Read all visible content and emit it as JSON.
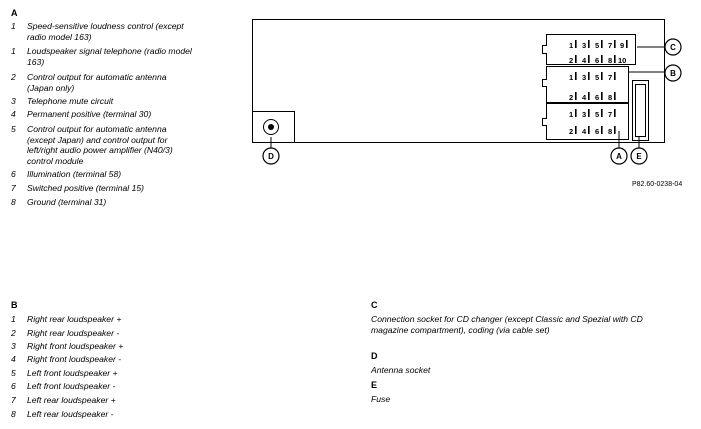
{
  "section_a": {
    "heading": "A",
    "items": [
      {
        "num": "1",
        "text": "Speed-sensitive loudness control (except radio model 163)"
      },
      {
        "num": "1",
        "text": "Loudspeaker signal telephone (radio model 163)"
      },
      {
        "num": "2",
        "text": "Control output for automatic antenna (Japan only)"
      },
      {
        "num": "3",
        "text": "Telephone mute circuit"
      },
      {
        "num": "4",
        "text": "Permanent positive (terminal 30)"
      },
      {
        "num": "5",
        "text": "Control output for automatic antenna (except Japan) and control output for left/right audio power amplifier (N40/3) control module"
      },
      {
        "num": "6",
        "text": "Illumination (terminal 58)"
      },
      {
        "num": "7",
        "text": "Switched positive (terminal 15)"
      },
      {
        "num": "8",
        "text": "Ground (terminal 31)"
      }
    ]
  },
  "section_b": {
    "heading": "B",
    "items": [
      {
        "num": "1",
        "text": "Right rear loudspeaker +"
      },
      {
        "num": "2",
        "text": "Right rear loudspeaker -"
      },
      {
        "num": "3",
        "text": "Right front loudspeaker +"
      },
      {
        "num": "4",
        "text": "Right front loudspeaker -"
      },
      {
        "num": "5",
        "text": "Left front loudspeaker +"
      },
      {
        "num": "6",
        "text": "Left front loudspeaker -"
      },
      {
        "num": "7",
        "text": "Left rear loudspeaker +"
      },
      {
        "num": "8",
        "text": "Left rear loudspeaker -"
      }
    ]
  },
  "section_c": {
    "heading": "C",
    "text": "Connection socket for CD changer (except Classic and Spezial with CD magazine compartment), coding (via cable set)"
  },
  "section_d": {
    "heading": "D",
    "text": "Antenna socket"
  },
  "section_e": {
    "heading": "E",
    "text": "Fuse"
  },
  "figure_ref": "P82.60-0238-04",
  "callouts": {
    "a": "A",
    "b": "B",
    "c": "C",
    "d": "D",
    "e": "E"
  },
  "connector_c": {
    "top_row": [
      "1",
      "3",
      "5",
      "7",
      "9"
    ],
    "bottom_row": [
      "2",
      "4",
      "6",
      "8",
      "10"
    ]
  },
  "connector_b": {
    "top_row": [
      "1",
      "3",
      "5",
      "7"
    ],
    "bottom_row": [
      "2",
      "4",
      "6",
      "8"
    ]
  },
  "connector_a": {
    "top_row": [
      "1",
      "3",
      "5",
      "7"
    ],
    "bottom_row": [
      "2",
      "4",
      "6",
      "8"
    ]
  }
}
